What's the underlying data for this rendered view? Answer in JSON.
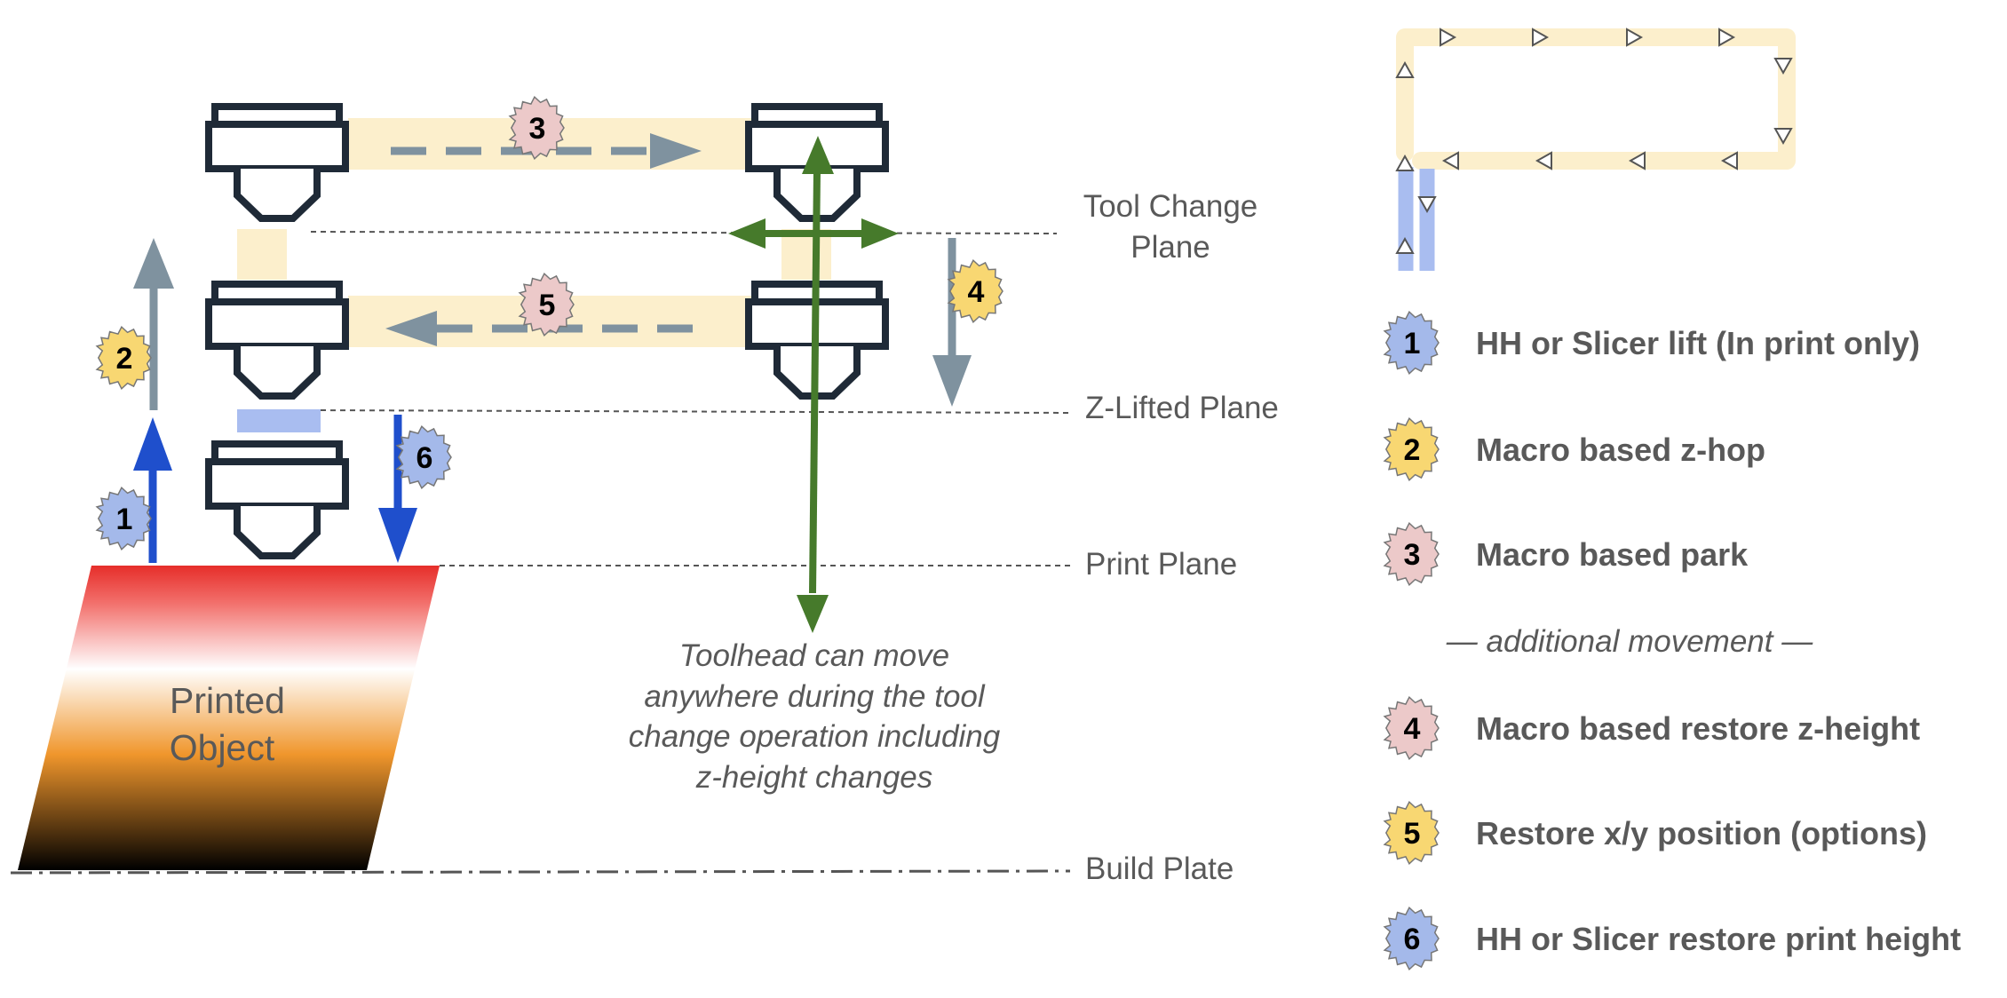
{
  "planes": {
    "tool_change_line1": "Tool Change",
    "tool_change_line2": "Plane",
    "z_lifted": "Z-Lifted Plane",
    "print": "Print Plane",
    "build_plate": "Build Plate"
  },
  "printed_object": {
    "line1": "Printed",
    "line2": "Object"
  },
  "note": {
    "line1": "Toolhead can move",
    "line2": "anywhere during the tool",
    "line3": "change operation including",
    "line4": "z-height changes"
  },
  "badges": {
    "b1": "1",
    "b2": "2",
    "b3": "3",
    "b4": "4",
    "b5": "5",
    "b6": "6"
  },
  "legend": {
    "items": [
      {
        "num": "1",
        "label": "HH or Slicer lift (In print only)",
        "color": "#a4b9ea"
      },
      {
        "num": "2",
        "label": "Macro based z-hop",
        "color": "#f8d772"
      },
      {
        "num": "3",
        "label": "Macro based park",
        "color": "#ecc9c9"
      }
    ],
    "separator": "— additional movement —",
    "extra_items": [
      {
        "num": "4",
        "label": "Macro based restore z-height",
        "color": "#ecc9c9"
      },
      {
        "num": "5",
        "label": "Restore x/y position (options)",
        "color": "#f8d772"
      },
      {
        "num": "6",
        "label": "HH or Slicer restore print height",
        "color": "#a4b9ea"
      }
    ]
  },
  "colors": {
    "path_highlight": "#fcefcc",
    "lift_blue": "#a9bdf0",
    "arrow_gray": "#7f929f",
    "arrow_blue": "#1f4fcc",
    "arrow_green": "#467a2b",
    "toolhead_outline": "#1f2a37"
  }
}
